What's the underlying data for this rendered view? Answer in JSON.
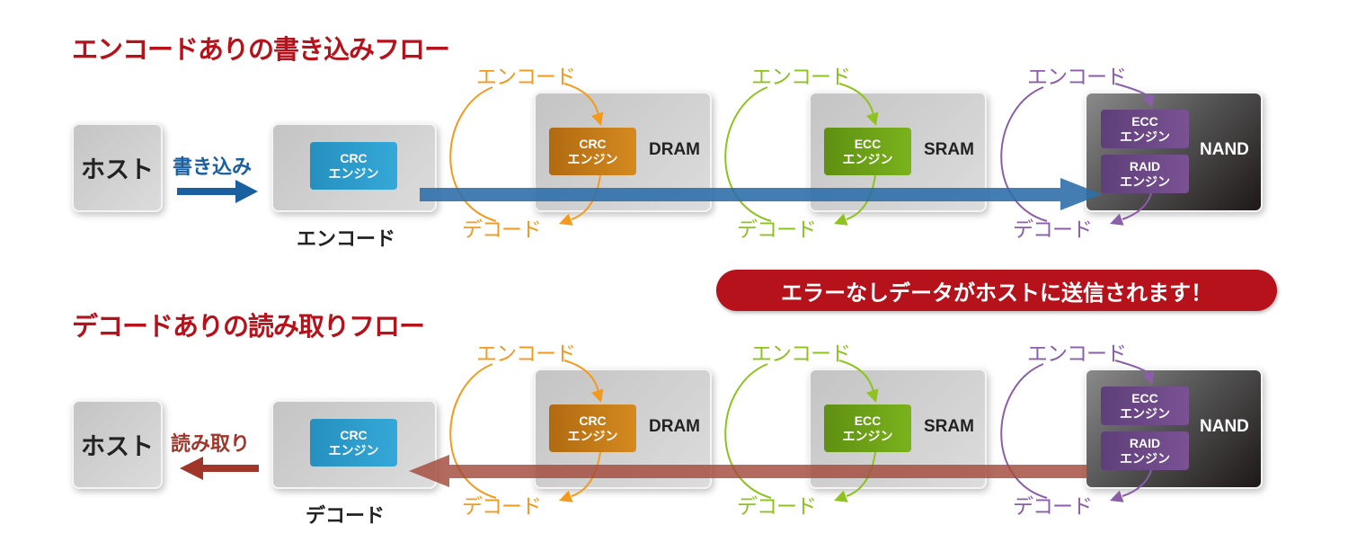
{
  "write_flow": {
    "title": "エンコードありの書き込みフロー",
    "host": "ホスト",
    "action": "書き込み",
    "stage_label": "エンコード",
    "crc_engine": [
      "CRC",
      "エンジン"
    ],
    "dram": {
      "label": "DRAM",
      "engine": [
        "CRC",
        "エンジン"
      ]
    },
    "sram": {
      "label": "SRAM",
      "engine": [
        "ECC",
        "エンジン"
      ]
    },
    "nand": {
      "label": "NAND",
      "engine1": [
        "ECC",
        "エンジン"
      ],
      "engine2": [
        "RAID",
        "エンジン"
      ]
    },
    "encode": "エンコード",
    "decode": "デコード"
  },
  "read_flow": {
    "title": "デコードありの読み取りフロー",
    "host": "ホスト",
    "action": "読み取り",
    "stage_label": "デコード",
    "crc_engine": [
      "CRC",
      "エンジン"
    ],
    "dram": {
      "label": "DRAM",
      "engine": [
        "CRC",
        "エンジン"
      ]
    },
    "sram": {
      "label": "SRAM",
      "engine": [
        "ECC",
        "エンジン"
      ]
    },
    "nand": {
      "label": "NAND",
      "engine1": [
        "ECC",
        "エンジン"
      ],
      "engine2": [
        "RAID",
        "エンジン"
      ]
    },
    "encode": "エンコード",
    "decode": "デコード"
  },
  "banner": "エラーなしデータがホストに送信されます！",
  "colors": {
    "title": "#b5121b",
    "dram": "#f39a1e",
    "sram": "#8dc21f",
    "nand": "#8a5fa8",
    "write_arrow": "#2f6fa8",
    "read_arrow": "#a24a3c"
  }
}
